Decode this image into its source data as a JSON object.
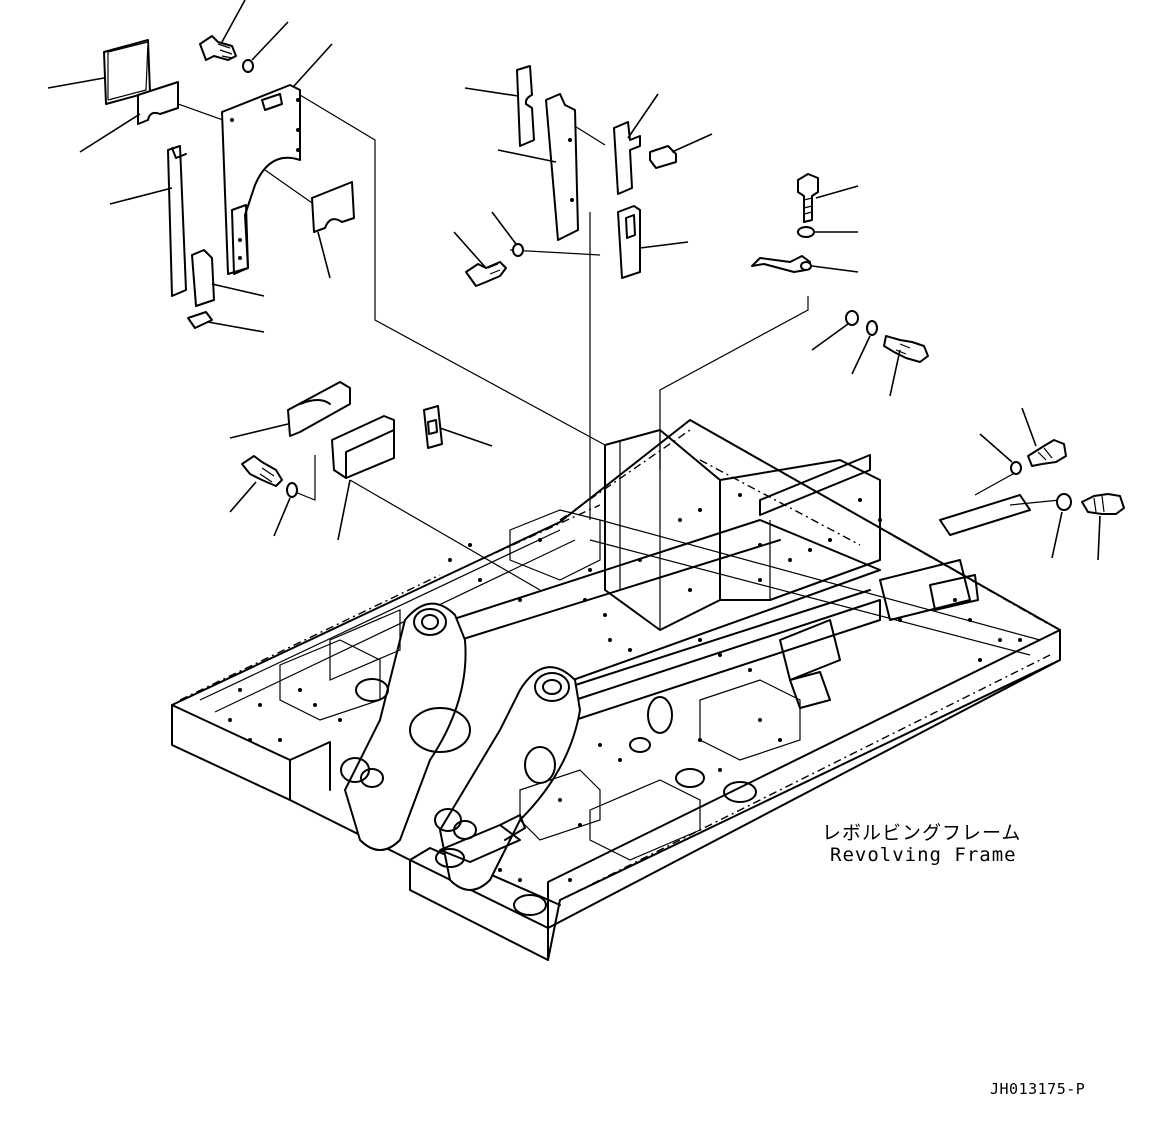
{
  "frame_label": {
    "japanese": "レボルビングフレーム",
    "english": "Revolving Frame"
  },
  "drawing_number": "JH013175-P"
}
